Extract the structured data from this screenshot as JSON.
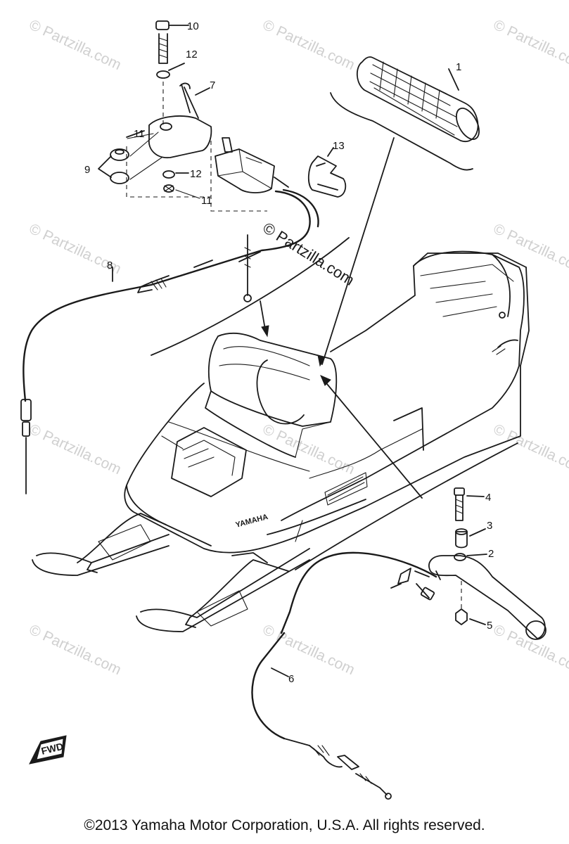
{
  "watermark": {
    "text": "© Partzilla.com",
    "center_text": "© Partzilla.com"
  },
  "fwd_badge": "FWD",
  "brand_label": "YAMAHA",
  "callouts": [
    "1",
    "2",
    "3",
    "4",
    "5",
    "6",
    "7",
    "8",
    "9",
    "10",
    "11",
    "12",
    "12",
    "13"
  ],
  "copyright": "©2013  Yamaha Motor Corporation, U.S.A. All rights reserved."
}
